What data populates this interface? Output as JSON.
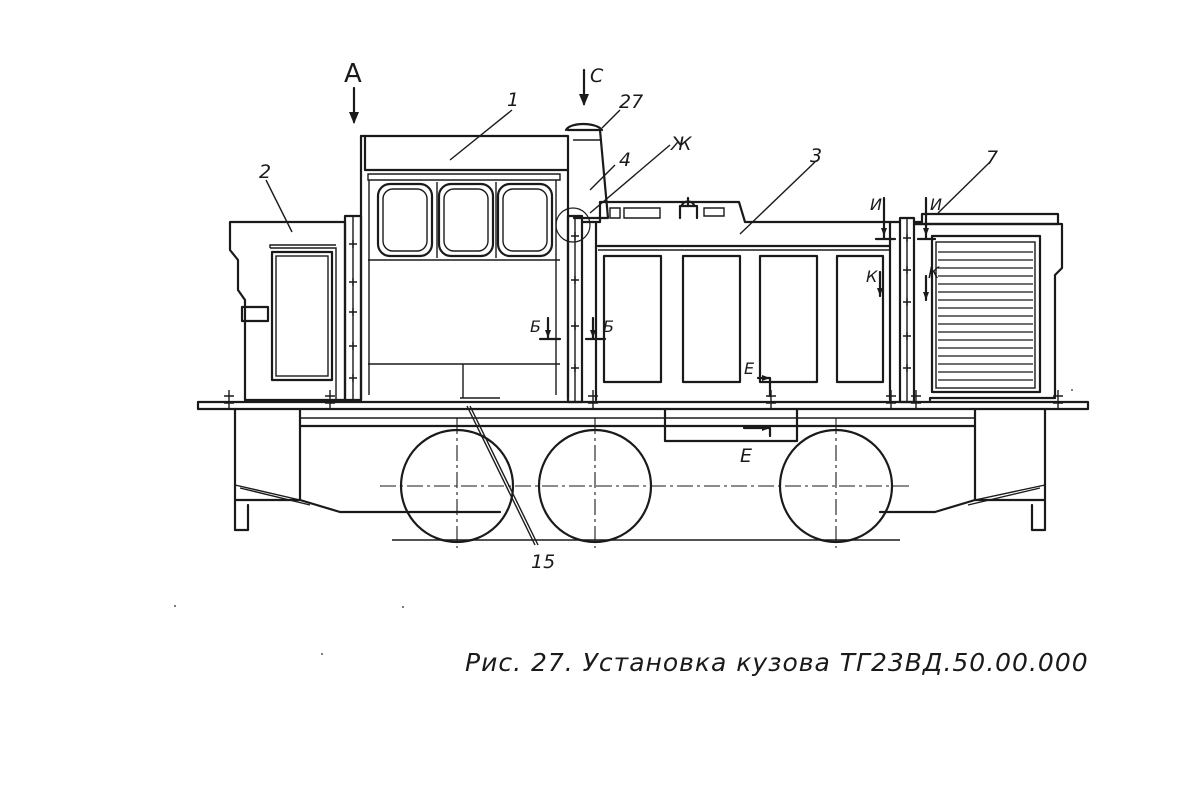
{
  "caption": "Рис. 27. Установка кузова ТГ23ВД.50.00.000",
  "callouts": {
    "c1": "1",
    "c2": "2",
    "c3": "3",
    "c4": "4",
    "c7": "7",
    "c15": "15",
    "c27": "27"
  },
  "views": {
    "a": "А",
    "c": "С",
    "zh": "Ж",
    "i_left": "И",
    "i_right": "И",
    "k_left": "К",
    "k_right": "К",
    "b_left": "Б",
    "b_right": "Б",
    "e_top": "Е",
    "e_bottom": "Е"
  }
}
